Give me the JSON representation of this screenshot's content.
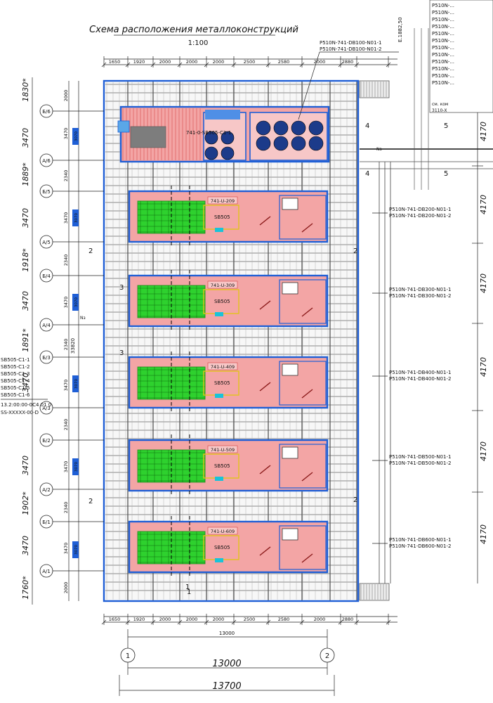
{
  "title": "Схема расположения металлоконструкций",
  "scale": "1:100",
  "elevation": "Е.1882,50",
  "colors": {
    "frame": "#1f5fd6",
    "module_fill": "#f3a5a5",
    "module_stroke": "#d23c3c",
    "equipment": "#2ed12e",
    "grating": "#7d7d7d",
    "tank": "#1c3b8a",
    "cyan": "#19c3d9",
    "yellow": "#e2c21c"
  },
  "top_dims": [
    "1650",
    "1920",
    "2000",
    "2000",
    "2000",
    "2500",
    "2580",
    "2000",
    "2880"
  ],
  "bottom_dims": [
    "1650",
    "1920",
    "2000",
    "2000",
    "2000",
    "2500",
    "2580",
    "2000",
    "2880"
  ],
  "total_inner": "13000",
  "total_mid": "13000",
  "total_outer": "13700",
  "axis_numbers": [
    "1",
    "2"
  ],
  "left_outer_dims": [
    "1830*",
    "3470",
    "1889*",
    "3470",
    "1918*",
    "3470",
    "1891*",
    "3470",
    "3470",
    "1902*",
    "3470",
    "1760*"
  ],
  "left_inner_dims": [
    "2000",
    "3470",
    "2340",
    "3470",
    "2340",
    "3470",
    "2340",
    "3470",
    "2340",
    "3470",
    "2340",
    "3470",
    "2000"
  ],
  "left_small_dims": [
    "3070",
    "3070",
    "3070",
    "3070",
    "3070",
    "3070"
  ],
  "overall_height": "33820",
  "axis_rows": [
    "Б/6",
    "А/6",
    "Б/5",
    "А/5",
    "Б/4",
    "А/4",
    "Б/3",
    "А/3",
    "Б/2",
    "А/2",
    "Б/1",
    "А/1"
  ],
  "right_dims": [
    "4170",
    "4170",
    "4170",
    "4170",
    "4170",
    "4170"
  ],
  "top_labels": [
    "P510N-741-DB100-N01-1",
    "P510N-741-DB100-N01-2"
  ],
  "module_labels": [
    [
      "P510N-741-DB200-N01-1",
      "P510N-741-DB200-N01-2"
    ],
    [
      "P510N-741-DB300-N01-1",
      "P510N-741-DB300-N01-2"
    ],
    [
      "P510N-741-DB400-N01-1",
      "P510N-741-DB400-N01-2"
    ],
    [
      "P510N-741-DB500-N01-1",
      "P510N-741-DB500-N01-2"
    ],
    [
      "P510N-741-DB600-N01-1",
      "P510N-741-DB600-N01-2"
    ]
  ],
  "module_tags": [
    "741-U-209",
    "741-U-309",
    "741-U-409",
    "741-U-509",
    "741-U-609"
  ],
  "module_sb": [
    "SB505",
    "SB505",
    "SB505",
    "SB505",
    "SB505"
  ],
  "top_module_tag": "741-0-SB505-C1-1",
  "left_list": [
    "SB505-C1-1",
    "SB505-C1-2",
    "SB505-C1-3",
    "SB505-C1-4",
    "SB505-C1-5",
    "SB505-C1-6",
    "13.2:00:00-0C4 01 0",
    "SS-XXXXX-00-D"
  ],
  "corner_list": [
    "P510N-...",
    "P510N-...",
    "P510N-...",
    "P510N-...",
    "P510N-...",
    "P510N-...",
    "P510N-...",
    "P510N-...",
    "P510N-...",
    "P510N-...",
    "P510N-...",
    "P510N-..."
  ],
  "corner_note1": "см. ком",
  "corner_note2": "3110-Х",
  "section_marks": [
    "4",
    "4",
    "5",
    "5",
    "2",
    "2",
    "3",
    "3",
    "2",
    "2",
    "1",
    "1"
  ],
  "ns_labels": [
    "Nз",
    "Nз"
  ]
}
